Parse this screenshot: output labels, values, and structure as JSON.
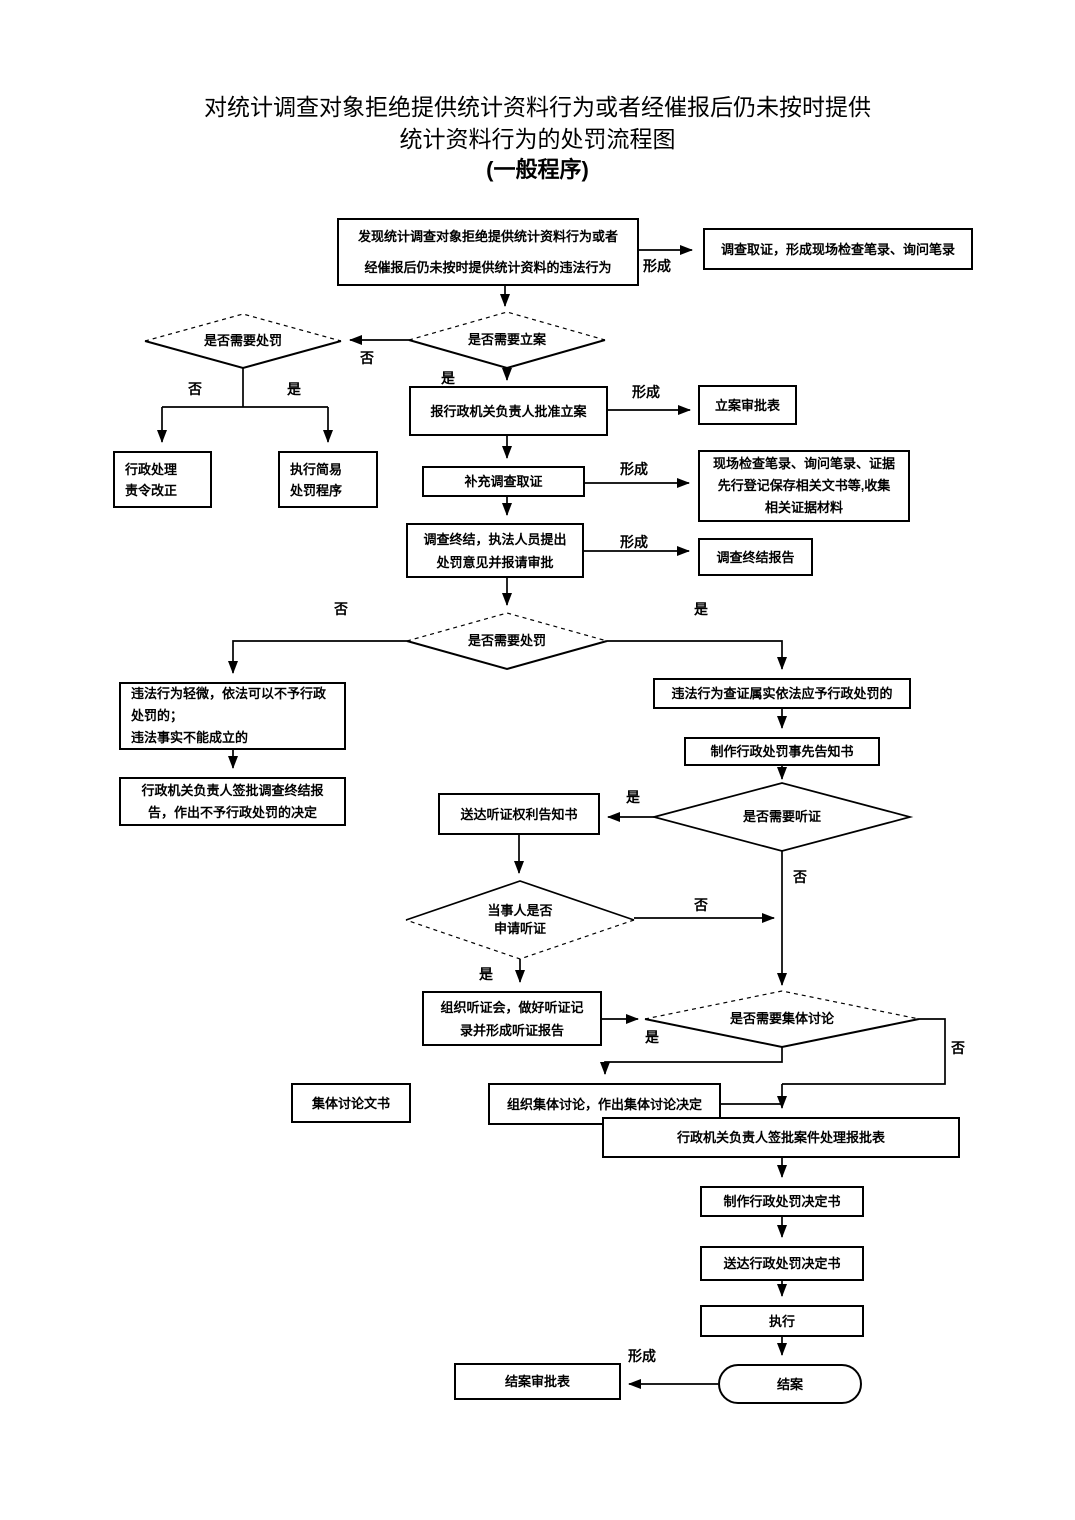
{
  "title": {
    "line1": "对统计调查对象拒绝提供统计资料行为或者经催报后仍未按时提供",
    "line2": "统计资料行为的处罚流程图",
    "line3": "(一般程序)"
  },
  "labels": {
    "formed": "形成",
    "yes": "是",
    "no": "否"
  },
  "nodes": {
    "start": {
      "line1": "发现统计调查对象拒绝提供统计资料行为或者",
      "line2": "经催报后仍未按时提供统计资料的违法行为"
    },
    "investigate": "调查取证，形成现场检查笔录、询问笔录",
    "need_case": "是否需要立案",
    "need_punish1": "是否需要处罚",
    "admin_handle": {
      "line1": "行政处理",
      "line2": "责令改正"
    },
    "simple_proc": {
      "line1": "执行简易",
      "line2": "处罚程序"
    },
    "report_approve": "报行政机关负责人批准立案",
    "case_form": "立案审批表",
    "supplement": "补充调查取证",
    "evidence": {
      "line1": "现场检查笔录、询问笔录、证据",
      "line2": "先行登记保存相关文书等,收集",
      "line3": "相关证据材料"
    },
    "conclude": {
      "line1": "调查终结，执法人员提出",
      "line2": "处罚意见并报请审批"
    },
    "conclude_report": "调查终结报告",
    "need_punish2": "是否需要处罚",
    "minor": {
      "line1": "违法行为轻微，依法可以不予行政",
      "line2": "处罚的；",
      "line3": "违法事实不能成立的"
    },
    "no_punish_decision": {
      "line1": "行政机关负责人签批调查终结报",
      "line2": "告，作出不予行政处罚的决定"
    },
    "confirmed": "违法行为查证属实依法应予行政处罚的",
    "prior_notice": "制作行政处罚事先告知书",
    "need_hearing": "是否需要听证",
    "hearing_notice": "送达听证权利告知书",
    "party_apply": {
      "line1": "当事人是否",
      "line2": "申请听证"
    },
    "hold_hearing": {
      "line1": "组织听证会，做好听证记",
      "line2": "录并形成听证报告"
    },
    "need_collective": "是否需要集体讨论",
    "collective": "组织集体讨论，作出集体讨论决定",
    "collective_doc": "集体讨论文书",
    "sign_approve": "行政机关负责人签批案件处理报批表",
    "make_decision": "制作行政处罚决定书",
    "deliver_decision": "送达行政处罚决定书",
    "execute": "执行",
    "close_case": "结案",
    "close_form": "结案审批表"
  }
}
